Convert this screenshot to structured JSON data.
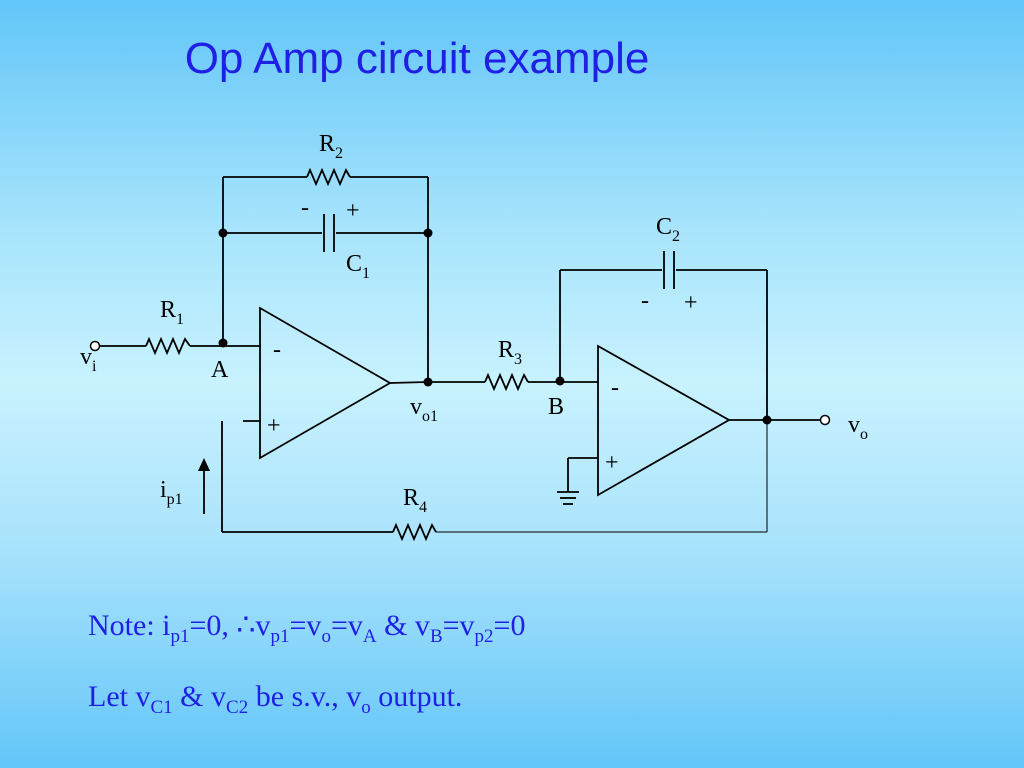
{
  "slide": {
    "title": "Op Amp circuit example"
  },
  "labels": {
    "r1_main": "R",
    "r1_sub": "1",
    "r2_main": "R",
    "r2_sub": "2",
    "r3_main": "R",
    "r3_sub": "3",
    "r4_main": "R",
    "r4_sub": "4",
    "c1_main": "C",
    "c1_sub": "1",
    "c2_main": "C",
    "c2_sub": "2",
    "c1_neg": "-",
    "c1_pos": "+",
    "c2_neg": "-",
    "c2_pos": "+",
    "oa1_minus": "-",
    "oa1_plus": "+",
    "oa2_minus": "-",
    "oa2_plus": "+",
    "node_a": "A",
    "node_b": "B",
    "vi_main": "v",
    "vi_sub": "i",
    "vo1_main": "v",
    "vo1_sub": "o1",
    "vo_main": "v",
    "vo_sub": "o",
    "ip1_main": "i",
    "ip1_sub": "p1"
  },
  "notes": {
    "line1": {
      "p1": "Note: i",
      "s1": "p1",
      "p2": "=0, ∴v",
      "s2": "p1",
      "p3": "=v",
      "s3": "o",
      "p4": "=v",
      "s4": "A",
      "p5": " & v",
      "s5": "B",
      "p6": "=v",
      "s6": "p2",
      "p7": "=0"
    },
    "line2": {
      "p1": "Let v",
      "s1": "C1",
      "p2": " & v",
      "s2": "C2",
      "p3": " be s.v.,  v",
      "s3": "o",
      "p4": " output."
    }
  }
}
